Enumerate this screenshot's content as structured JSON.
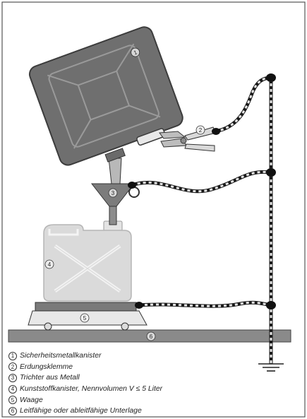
{
  "legend": [
    {
      "number": "1",
      "text": "Sicherheitsmetallkanister"
    },
    {
      "number": "2",
      "text": "Erdungsklemme"
    },
    {
      "number": "3",
      "text": "Trichter aus Metall"
    },
    {
      "number": "4",
      "text": "Kunststoffkanister, Nennvolumen V ≤ 5 Liter"
    },
    {
      "number": "5",
      "text": "Waage"
    },
    {
      "number": "6",
      "text": "Leitfähige oder ableitfähige Unterlage"
    }
  ],
  "callouts": {
    "c1": "1",
    "c2": "2",
    "c3": "3",
    "c4": "4",
    "c5": "5",
    "c6": "6"
  },
  "colors": {
    "metal_canister": "#6f6f6f",
    "metal_edge": "#3c3c3c",
    "plastic_canister": "#dadada",
    "base": "#8a8a8a",
    "cable_dark": "#1a1a1a",
    "cable_light": "#e6e6e6"
  }
}
